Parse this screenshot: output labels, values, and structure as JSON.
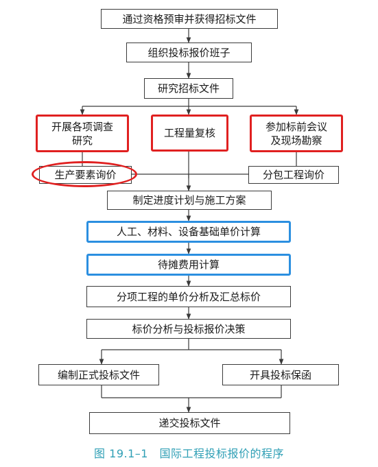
{
  "nodes": {
    "n1": "通过资格预审并获得招标文件",
    "n2": "组织投标报价班子",
    "n3": "研究招标文件",
    "n4": "开展各项调查\n研究",
    "n5": "工程量复核",
    "n6": "参加标前会议\n及现场勘察",
    "n7": "生产要素询价",
    "n8": "分包工程询价",
    "n9": "制定进度计划与施工方案",
    "n10": "人工、材料、设备基础单价计算",
    "n11": "待摊费用计算",
    "n12": "分项工程的单价分析及汇总标价",
    "n13": "标价分析与投标报价决策",
    "n14": "编制正式投标文件",
    "n15": "开具投标保函",
    "n16": "递交投标文件"
  },
  "caption": "图 19.1–1　国际工程投标报价的程序",
  "colors": {
    "highlight_red": "#e02020",
    "highlight_blue": "#2b8fe0",
    "caption": "#2f9fb5"
  }
}
